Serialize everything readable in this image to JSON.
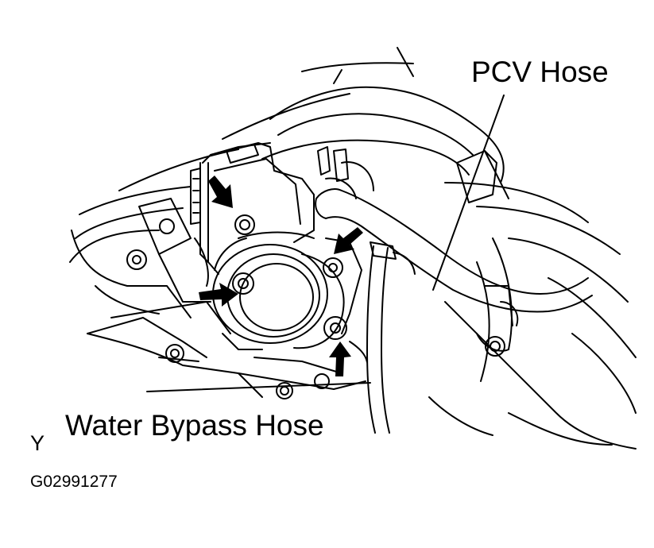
{
  "labels": {
    "pcv_hose": "PCV Hose",
    "water_bypass_hose": "Water Bypass Hose",
    "view_marker": "Y",
    "figure_code": "G02991277"
  },
  "colors": {
    "line": "#000000",
    "background": "#ffffff"
  },
  "icons": {
    "bolt_arrow": "arrow-icon",
    "bolt": "bolt-icon"
  }
}
